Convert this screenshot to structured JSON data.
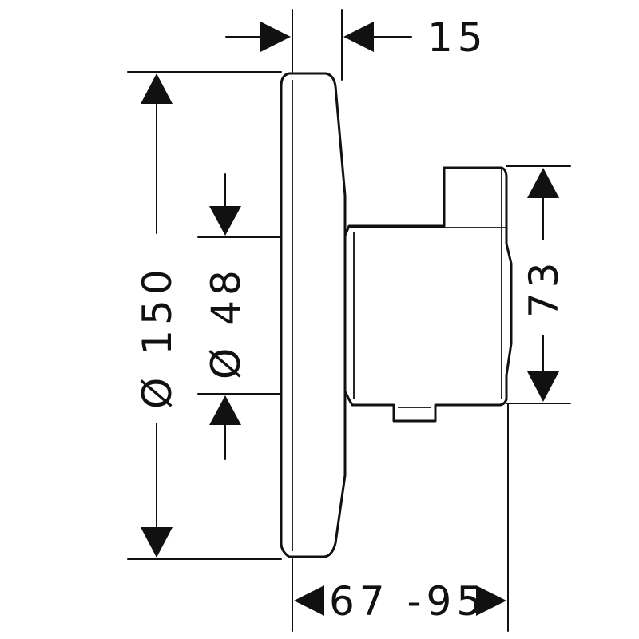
{
  "dimensions": {
    "top_offset": "15",
    "plate_diameter": "Ø 150",
    "cutout_diameter": "Ø 48",
    "body_height": "73",
    "depth_range": "67 -95"
  },
  "colors": {
    "line": "#111111",
    "background": "#ffffff"
  }
}
